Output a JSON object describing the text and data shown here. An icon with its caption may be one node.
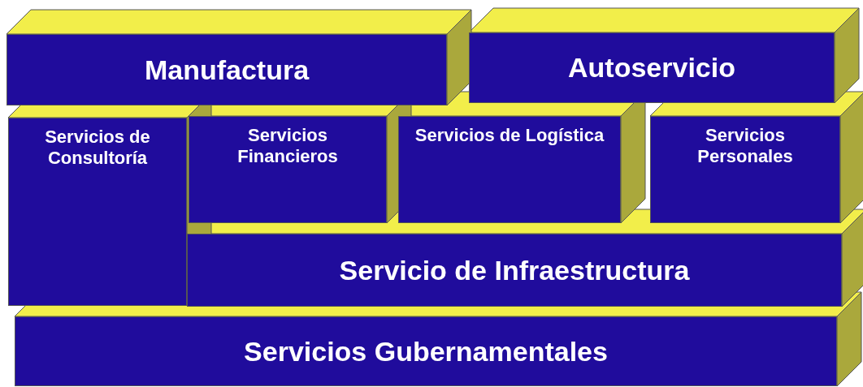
{
  "diagram": {
    "nodes": [
      {
        "text": [
          "Manufactura"
        ]
      },
      {
        "text": [
          "Autoservicio"
        ]
      },
      {
        "text": [
          "Servicios de Consultoría"
        ]
      },
      {
        "text": [
          "Servicios Financieros"
        ]
      },
      {
        "text": [
          "Servicios de Logística"
        ]
      },
      {
        "text": [
          "Servicios Personales"
        ]
      },
      {
        "text": [
          "Servicio de Infraestructura"
        ]
      },
      {
        "text": [
          "Servicios Gubernamentales"
        ]
      }
    ]
  }
}
